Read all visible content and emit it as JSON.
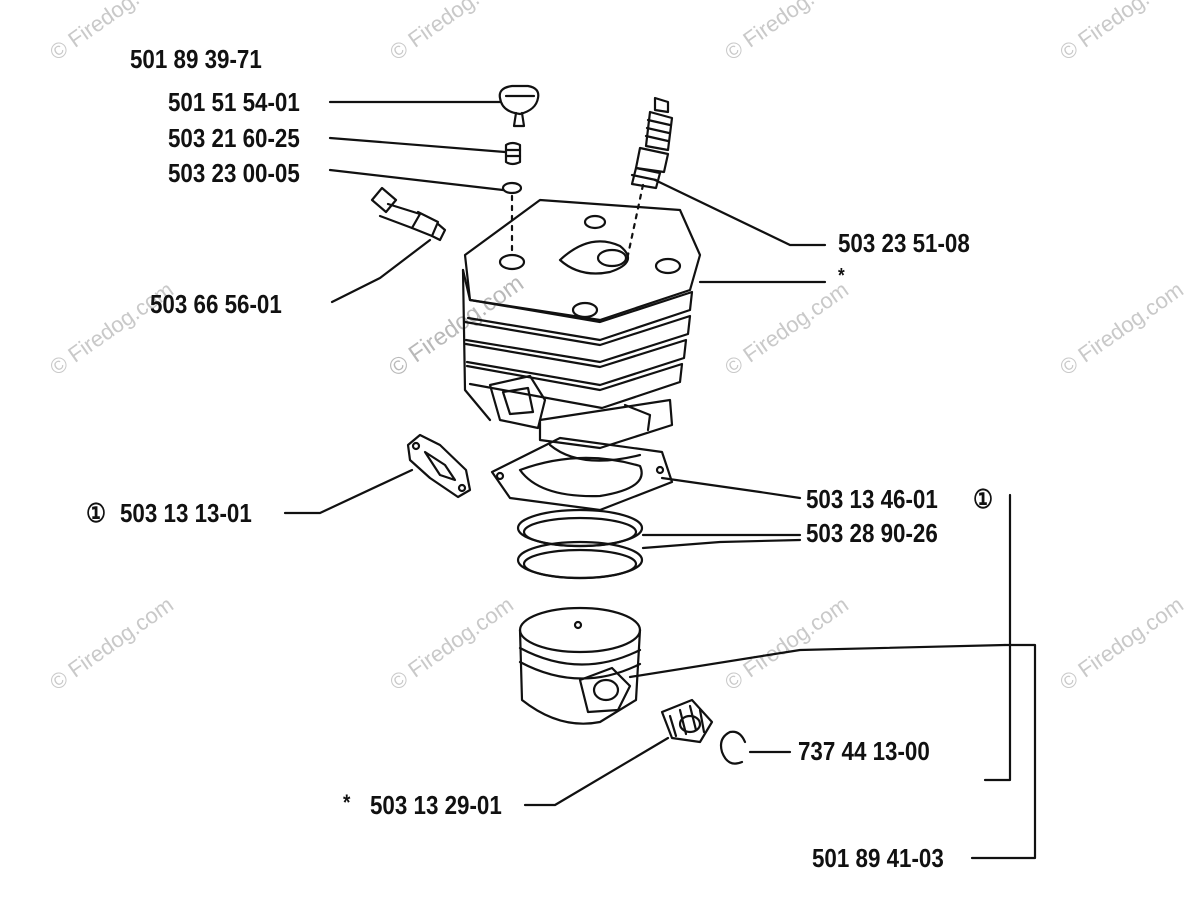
{
  "diagram": {
    "watermark": "© Firedog.com",
    "assembly_number": "501 89 39-71",
    "parts": {
      "plug": "501 51 54-01",
      "valve": "503 21 60-25",
      "washer": "503 23 00-05",
      "spark_plug": "503 23 51-08",
      "cylinder_note": "*",
      "decomp_valve": "503 66 56-01",
      "gasket_left": "503 13 13-01",
      "gasket_base": "503 13 46-01",
      "piston_rings": "503 28 90-26",
      "circlip": "737 44 13-00",
      "needle_bearing_note": "*",
      "needle_bearing": "503 13 29-01",
      "piston_kit": "501 89 41-03"
    },
    "circled_symbol": "①"
  }
}
